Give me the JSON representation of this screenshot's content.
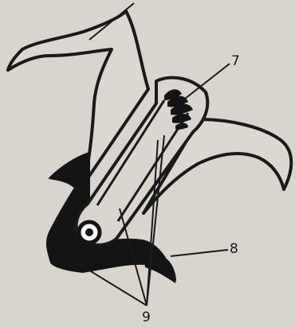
{
  "figure": {
    "background_color": "#d9d5ce",
    "ink_color": "#1a1a1a",
    "labels": {
      "label_7": "7",
      "label_8": "8",
      "label_9": "9"
    }
  }
}
